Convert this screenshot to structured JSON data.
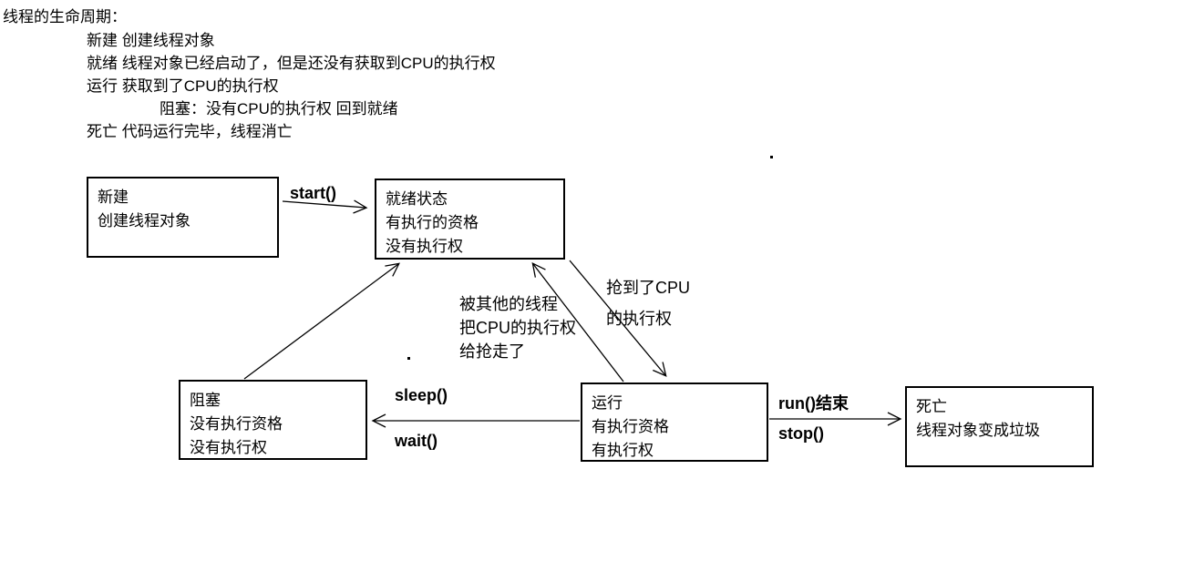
{
  "page": {
    "background_color": "#ffffff",
    "text_color": "#000000",
    "line_color": "#000000"
  },
  "notes": {
    "title": "线程的生命周期：",
    "lines": [
      "新建 创建线程对象",
      "就绪 线程对象已经启动了，但是还没有获取到CPU的执行权",
      "运行 获取到了CPU的执行权",
      "阻塞：没有CPU的执行权 回到就绪",
      "死亡 代码运行完毕，线程消亡"
    ]
  },
  "diagram": {
    "boxes": {
      "new": {
        "lines": [
          "新建",
          "创建线程对象"
        ]
      },
      "ready": {
        "lines": [
          "就绪状态",
          "有执行的资格",
          "没有执行权"
        ]
      },
      "blocked": {
        "lines": [
          "阻塞",
          "没有执行资格",
          "没有执行权"
        ]
      },
      "running": {
        "lines": [
          "运行",
          "有执行资格",
          "有执行权"
        ]
      },
      "dead": {
        "lines": [
          "死亡",
          "线程对象变成垃圾"
        ]
      }
    },
    "edge_labels": {
      "start": "start()",
      "sleep": "sleep()",
      "wait": "wait()",
      "run_end": "run()结束",
      "stop": "stop()",
      "grab_cpu_line1": "抢到了CPU",
      "grab_cpu_line2": "的执行权",
      "lose_cpu_line1": "被其他的线程",
      "lose_cpu_line2": "把CPU的执行权",
      "lose_cpu_line3": "给抢走了"
    }
  }
}
